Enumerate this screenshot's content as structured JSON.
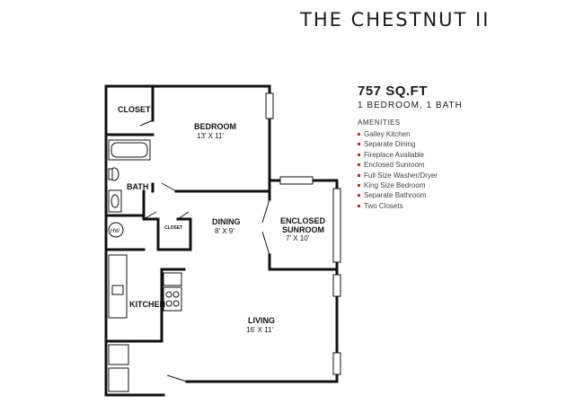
{
  "title": "THE CHESTNUT II",
  "summary": {
    "sqft": "757 SQ.FT",
    "beds_baths": "1 BEDROOM, 1 BATH"
  },
  "amenities": {
    "heading": "AMENITIES",
    "items": [
      "Galley Kitchen",
      "Separate Dining",
      "Fireplace Available",
      "Enclosed Sunroom",
      "Full Size Washer/Dryer",
      "King Size Bedroom",
      "Separate Bathroom",
      "Two Closets"
    ]
  },
  "rooms": {
    "closet": "CLOSET",
    "bedroom": "BEDROOM",
    "bedroom_dim": "13' X 11'",
    "bath": "BATH",
    "hw": "HW",
    "closet_small": "CLOSET",
    "dining": "DINING",
    "dining_dim": "8' X 9'",
    "sunroom_1": "ENCLOSED",
    "sunroom_2": "SUNROOM",
    "sunroom_dim": "7' X 10'",
    "kitchen": "KITCHEN",
    "living": "LIVING",
    "living_dim": "16' X 11'"
  },
  "colors": {
    "bullet": "#b0332e",
    "wall": "#111111"
  }
}
